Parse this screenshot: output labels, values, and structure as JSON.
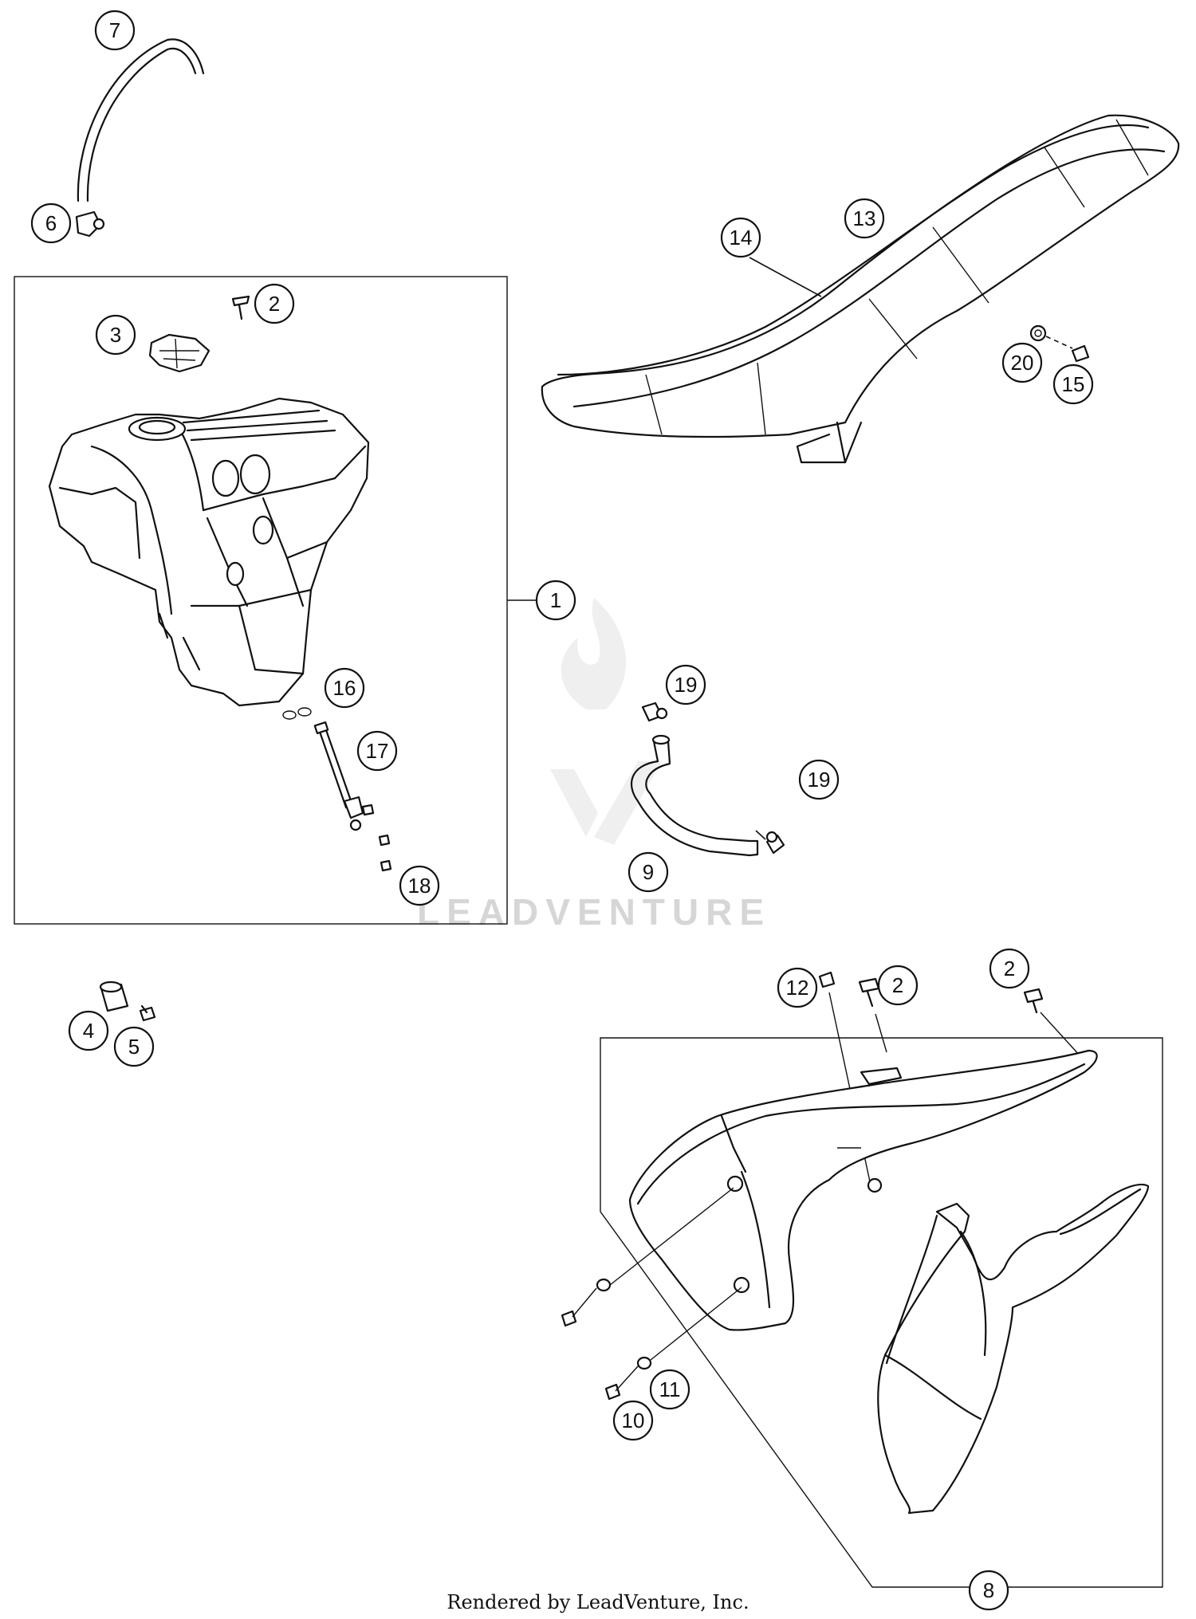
{
  "callouts": {
    "c1": "1",
    "c2a": "2",
    "c2b": "2",
    "c2c": "2",
    "c3": "3",
    "c4": "4",
    "c5": "5",
    "c6": "6",
    "c7": "7",
    "c8": "8",
    "c9": "9",
    "c10": "10",
    "c11": "11",
    "c12": "12",
    "c13": "13",
    "c14": "14",
    "c15": "15",
    "c16": "16",
    "c17": "17",
    "c18": "18",
    "c19a": "19",
    "c19b": "19",
    "c20": "20"
  },
  "watermark": "LEADVENTURE",
  "footer": "Rendered by LeadVenture, Inc."
}
